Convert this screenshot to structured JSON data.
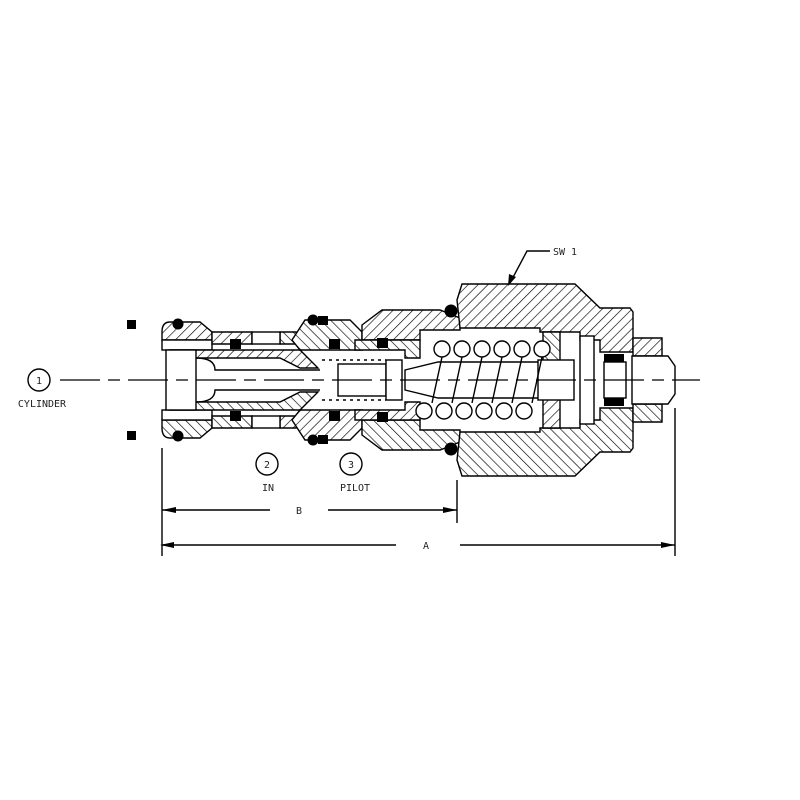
{
  "drawing": {
    "ports": [
      {
        "number": "1",
        "label": "CYLINDER"
      },
      {
        "number": "2",
        "label": "IN"
      },
      {
        "number": "3",
        "label": "PILOT"
      }
    ],
    "callout": "SW 1",
    "dimensions": {
      "b": "B",
      "a": "A"
    }
  },
  "colors": {
    "line": "#000000",
    "background": "#ffffff"
  }
}
